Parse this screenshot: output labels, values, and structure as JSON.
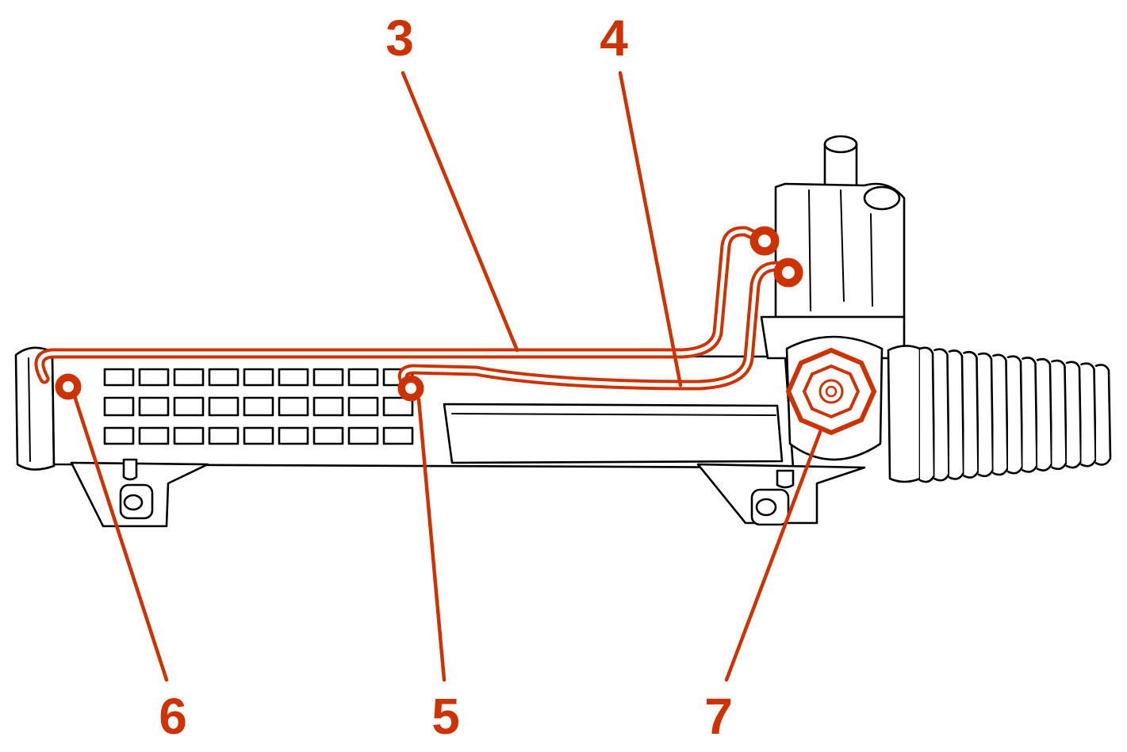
{
  "colors": {
    "highlight": "#cc3300",
    "line_art": "#000000",
    "background": "#ffffff"
  },
  "callouts": [
    {
      "id": "3",
      "label": "3"
    },
    {
      "id": "4",
      "label": "4"
    },
    {
      "id": "5",
      "label": "5"
    },
    {
      "id": "6",
      "label": "6"
    },
    {
      "id": "7",
      "label": "7"
    }
  ]
}
